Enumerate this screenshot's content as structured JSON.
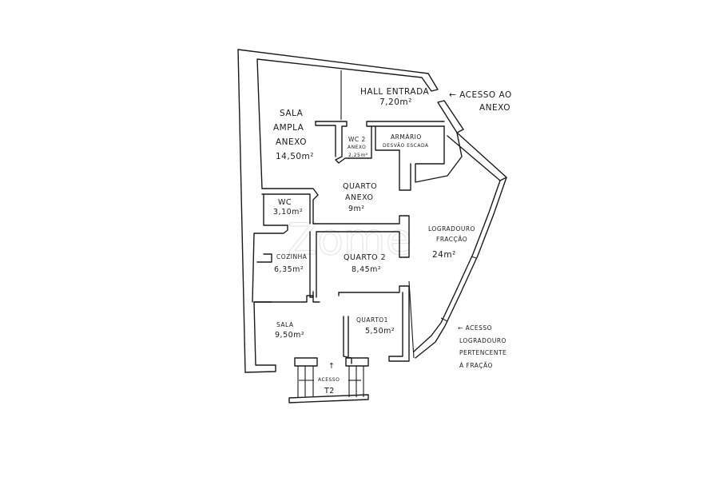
{
  "watermark": "Zome",
  "rooms": [
    {
      "id": "sala-ampla",
      "lines": [
        "SALA",
        "AMPLA",
        "ANEXO",
        "14,50m²"
      ]
    },
    {
      "id": "hall",
      "lines": [
        "HALL ENTRADA",
        "7,20m²"
      ]
    },
    {
      "id": "wc2",
      "lines": [
        "WC 2",
        "ANEXO",
        "2,25m²"
      ]
    },
    {
      "id": "armario",
      "lines": [
        "ARMÁRIO",
        "DESVÃO ESCADA"
      ]
    },
    {
      "id": "quarto-anexo",
      "lines": [
        "QUARTO",
        "ANEXO",
        "9m²"
      ]
    },
    {
      "id": "wc",
      "lines": [
        "WC",
        "3,10m²"
      ]
    },
    {
      "id": "cozinha",
      "lines": [
        "COZINHA",
        "6,35m²"
      ]
    },
    {
      "id": "quarto2",
      "lines": [
        "QUARTO 2",
        "8,45m²"
      ]
    },
    {
      "id": "logradouro",
      "lines": [
        "LOGRADOURO",
        "FRACÇÃO",
        "24m²"
      ]
    },
    {
      "id": "sala",
      "lines": [
        "SALA",
        "9,50m²"
      ]
    },
    {
      "id": "quarto1",
      "lines": [
        "QUARTO1",
        "5,50m²"
      ]
    }
  ],
  "annotations": {
    "acesso_anexo": [
      "← ACESSO AO",
      "ANEXO"
    ],
    "acesso_logradouro": [
      "← ACESSO",
      "LOGRADOURO",
      "PERTENCENTE",
      "À FRAÇÃO"
    ],
    "acesso_t2": [
      "ACESSO",
      "T2"
    ],
    "arrow_up": "↑"
  }
}
